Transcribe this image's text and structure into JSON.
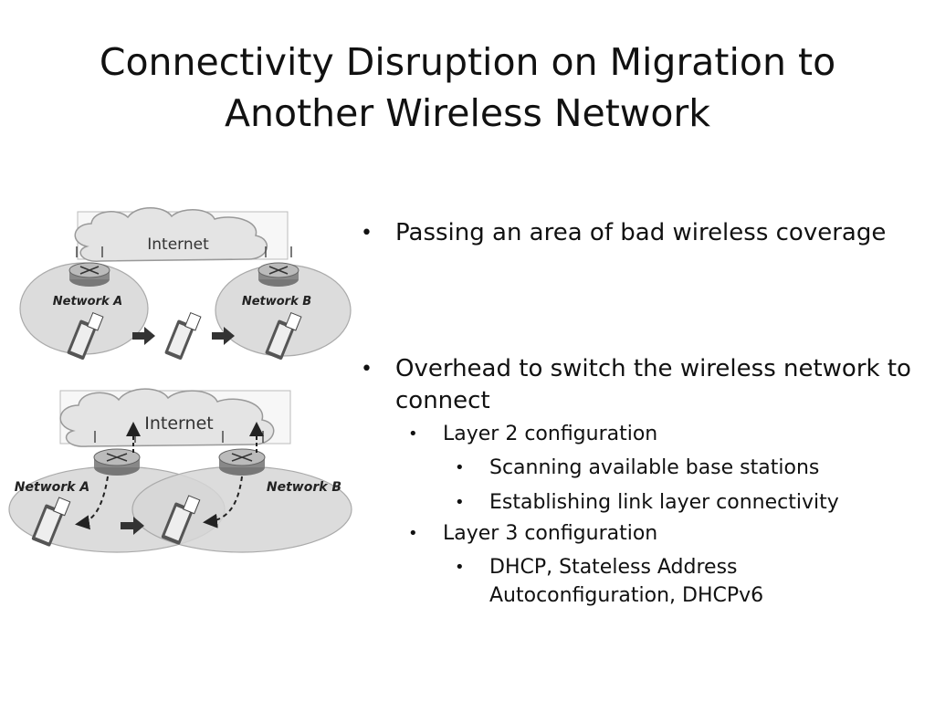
{
  "slide": {
    "title_lines": [
      "Connectivity Disruption on Migration to",
      "Another Wireless Network"
    ]
  },
  "figure": {
    "top": {
      "cloud_label": "Internet",
      "network_a": "Network A",
      "network_b": "Network B"
    },
    "bottom": {
      "cloud_label": "Internet",
      "network_a": "Network A",
      "network_b": "Network B"
    }
  },
  "bullets": [
    {
      "level": 1,
      "text": "Passing an area of bad wireless coverage"
    },
    {
      "level": 1,
      "text": "Overhead to switch the wireless network to connect"
    },
    {
      "level": 2,
      "text": "Layer 2 configuration"
    },
    {
      "level": 3,
      "text": "Scanning available base stations"
    },
    {
      "level": 3,
      "text": "Establishing link layer connectivity"
    },
    {
      "level": 2,
      "text": "Layer 3 configuration"
    },
    {
      "level": 3,
      "text": "DHCP, Stateless Address Autoconfiguration, DHCPv6"
    }
  ],
  "bullet_symbol": "•",
  "colors": {
    "cloud_fill": "#e4e4e4",
    "network_fill": "#dcdcdc",
    "arrow": "#333333"
  }
}
